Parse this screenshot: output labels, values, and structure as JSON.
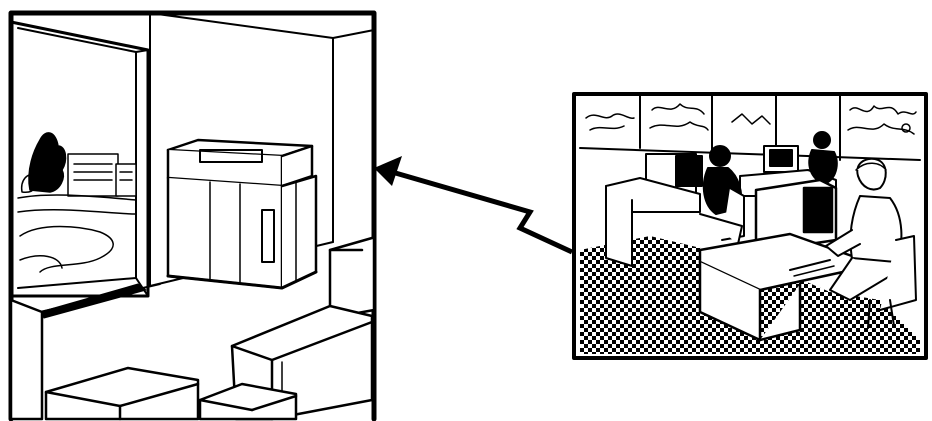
{
  "figure": {
    "panels": [
      {
        "id": "printer-room",
        "depicts": [
          "printer",
          "window",
          "boxes"
        ]
      },
      {
        "id": "terminal-office",
        "depicts": [
          "terminals",
          "operators",
          "wall-pictures"
        ]
      }
    ],
    "connection": {
      "from": "terminal-office",
      "to": "printer-room",
      "style": "zigzag-arrow"
    },
    "colors": {
      "ink": "#000000",
      "paper": "#ffffff"
    }
  }
}
